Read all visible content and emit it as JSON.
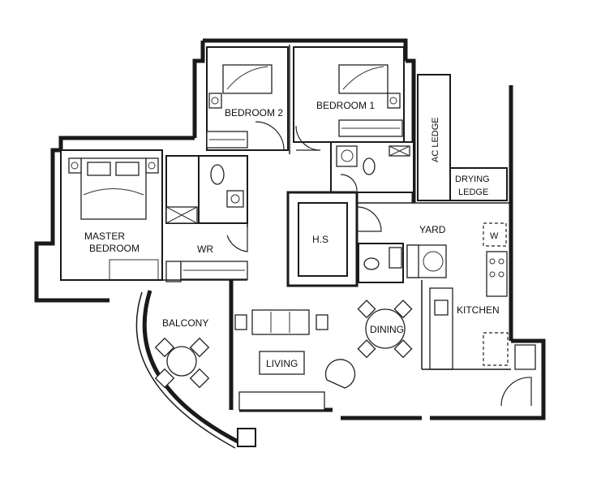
{
  "rooms": {
    "bedroom2": "BEDROOM 2",
    "bedroom1": "BEDROOM 1",
    "ac_ledge": "AC LEDGE",
    "drying": "DRYING",
    "ledge": "LEDGE",
    "master": "MASTER",
    "master_bedroom": "BEDROOM",
    "wr": "WR",
    "hs": "H.S",
    "yard": "YARD",
    "w": "W",
    "kitchen": "KITCHEN",
    "balcony": "BALCONY",
    "dining": "DINING",
    "living": "LIVING"
  }
}
